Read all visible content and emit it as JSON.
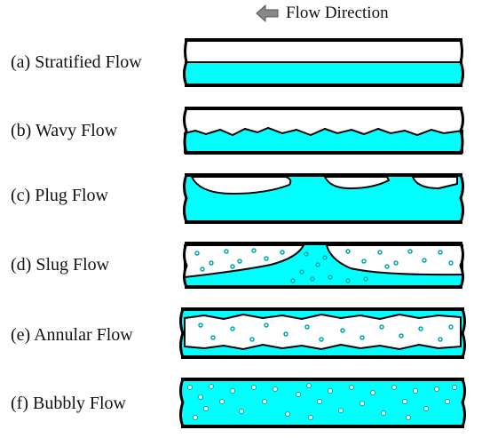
{
  "legend": {
    "text": "Flow Direction",
    "arrow_icon": "arrow-left-icon"
  },
  "colors": {
    "liquid": "#00ffff",
    "gas": "#ffffff",
    "bubble": "#00c8c8",
    "outline": "#000000",
    "arrow": "#888888"
  },
  "regimes": [
    {
      "id": "stratified",
      "label": "(a) Stratified Flow"
    },
    {
      "id": "wavy",
      "label": "(b) Wavy Flow"
    },
    {
      "id": "plug",
      "label": "(c) Plug Flow"
    },
    {
      "id": "slug",
      "label": "(d) Slug  Flow"
    },
    {
      "id": "annular",
      "label": "(e) Annular Flow"
    },
    {
      "id": "bubbly",
      "label": "(f) Bubbly Flow"
    }
  ]
}
